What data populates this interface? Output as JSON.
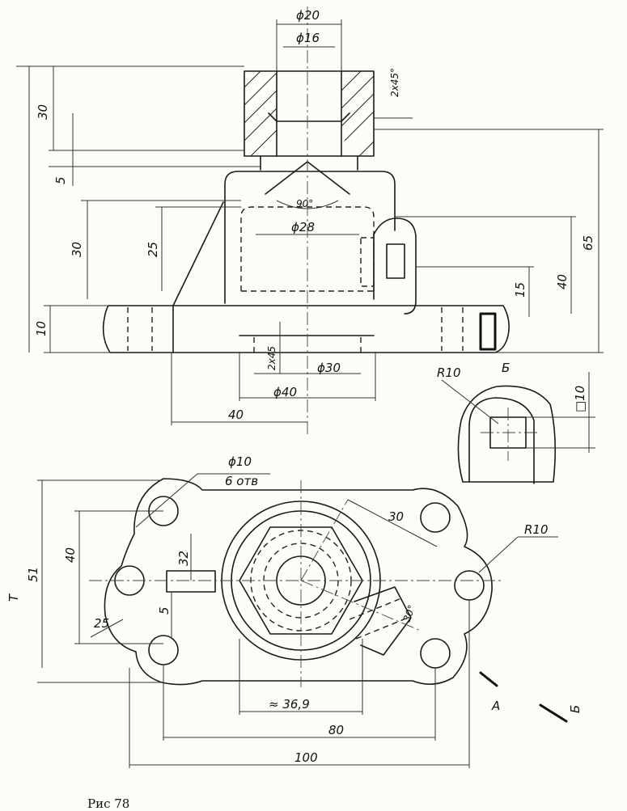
{
  "figure": {
    "caption": "Рис 78"
  },
  "front_view": {
    "dims": {
      "d_shaft_outer": "ϕ20",
      "d_shaft_inner": "ϕ16",
      "chamfer": "2x45°",
      "h_shaft": "30",
      "h_gap": "5",
      "h_body": "30",
      "h_cavity": "25",
      "h_flange": "10",
      "angle": "90°",
      "d_cavity": "ϕ28",
      "h_total": "65",
      "h_right": "40",
      "h_boss": "15",
      "d_bore": "ϕ30",
      "bore_depth": "2x45",
      "d_base": "ϕ40",
      "half_width": "40"
    }
  },
  "view_b": {
    "label": "Б",
    "radius": "R10",
    "square": "□10"
  },
  "top_view": {
    "dims": {
      "holes": "ϕ10",
      "holes_count": "6 отв",
      "hex_side": "30",
      "hex_angle": "30°",
      "radius_right": "R10",
      "h_total": "51",
      "h_holes": "40",
      "offset": "32",
      "slot": "5",
      "corner_r": "25",
      "across_flats": "≈ 36,9",
      "hole_span": "80",
      "overall_width": "100",
      "mark_left": "Т",
      "section_mark": "А",
      "view_mark": "Б"
    }
  }
}
